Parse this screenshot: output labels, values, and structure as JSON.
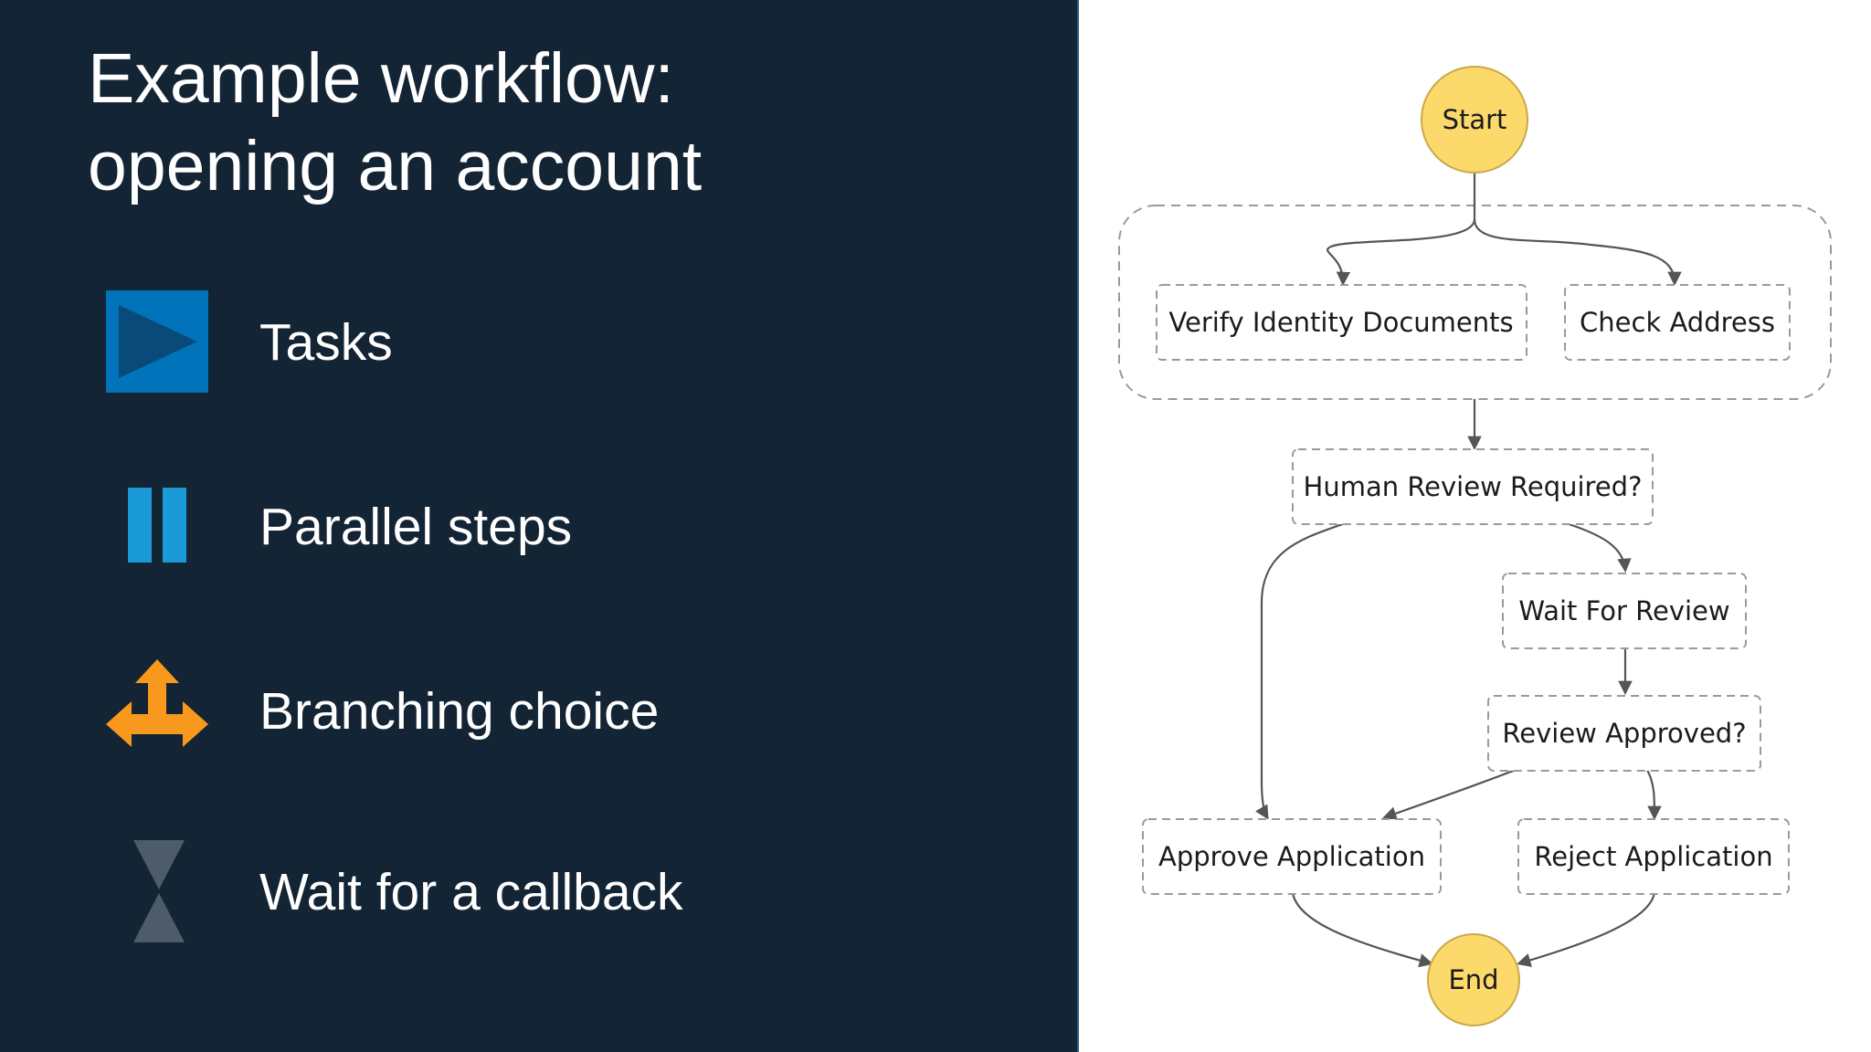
{
  "slide": {
    "title_line1": "Example workflow:",
    "title_line2": "opening an account"
  },
  "legend": [
    {
      "icon": "task-play-icon",
      "label": "Tasks",
      "color": "#0073bb"
    },
    {
      "icon": "parallel-bars-icon",
      "label": "Parallel steps",
      "color": "#1a9ad6"
    },
    {
      "icon": "branch-arrows-icon",
      "label": "Branching choice",
      "color": "#f8991d"
    },
    {
      "icon": "hourglass-icon",
      "label": "Wait for a callback",
      "color": "#4d5b6b"
    }
  ],
  "workflow": {
    "start": "Start",
    "verify": "Verify Identity Documents",
    "check": "Check Address",
    "human_review": "Human Review Required?",
    "wait_review": "Wait For Review",
    "review_approved": "Review Approved?",
    "approve": "Approve Application",
    "reject": "Reject Application",
    "end": "End",
    "terminal_color": "#fbd96b"
  }
}
